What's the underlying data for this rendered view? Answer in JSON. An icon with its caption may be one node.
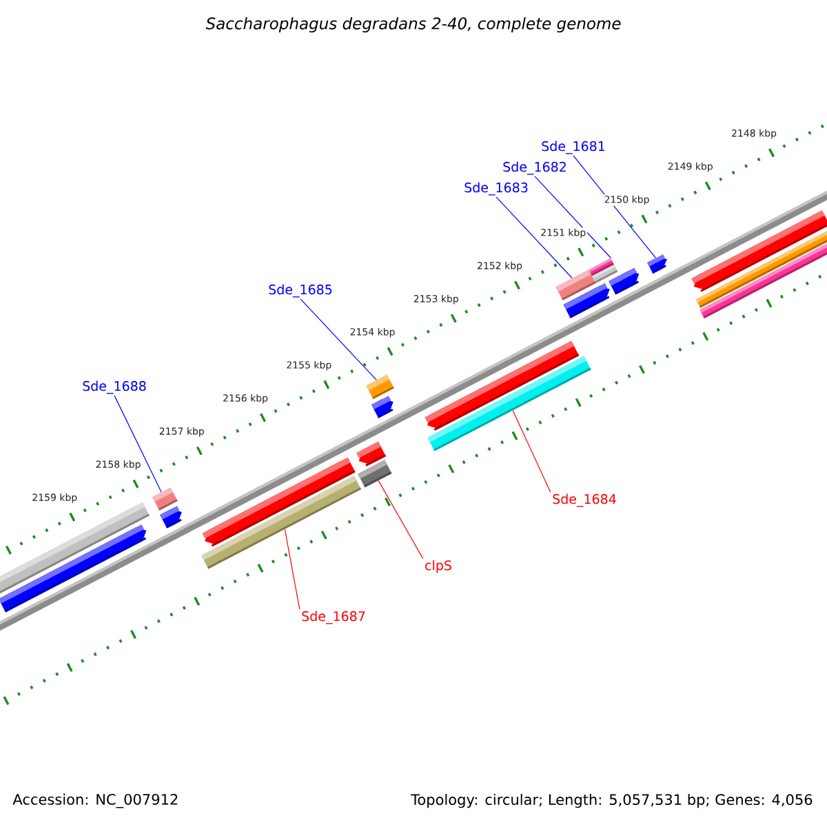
{
  "diagram": {
    "title": "Saccharophagus degradans 2-40, complete genome",
    "nodes": [
      {
        "text": [
          "Sde_1681"
        ]
      },
      {
        "text": [
          "Sde_1682"
        ]
      },
      {
        "text": [
          "Sde_1683"
        ]
      },
      {
        "text": [
          "Sde_1685"
        ]
      },
      {
        "text": [
          "Sde_1688"
        ]
      },
      {
        "text": [
          "Sde_1684"
        ]
      },
      {
        "text": [
          "clpS"
        ]
      },
      {
        "text": [
          "Sde_1687"
        ]
      },
      {
        "text": [],
        "shape": "bar"
      },
      {
        "text": [],
        "shape": "bar"
      },
      {
        "text": [],
        "shape": "bar"
      },
      {
        "text": [],
        "shape": "bar"
      },
      {
        "text": [],
        "shape": "bar"
      },
      {
        "text": [],
        "shape": "bar"
      },
      {
        "text": [],
        "shape": "bar"
      },
      {
        "text": [],
        "shape": "pentagon"
      }
    ],
    "edges": [
      {
        "from": 0,
        "to": 15,
        "arrow": "none"
      },
      {
        "from": 1,
        "to": 14,
        "arrow": "none"
      },
      {
        "from": 2,
        "to": 13,
        "arrow": "none"
      },
      {
        "from": 3,
        "to": 11,
        "arrow": "none"
      },
      {
        "from": 4,
        "to": 8,
        "arrow": "none"
      },
      {
        "from": 5,
        "to": 12,
        "arrow": "none",
        "color": "#ff0000"
      },
      {
        "from": 6,
        "to": 10,
        "arrow": "none",
        "color": "#ff0000"
      },
      {
        "from": 7,
        "to": 9,
        "arrow": "none",
        "color": "#ff0000"
      }
    ],
    "labels": [
      "2148 kbp",
      "2149 kbp",
      "2150 kbp",
      "2151 kbp",
      "2152 kbp",
      "2153 kbp",
      "2154 kbp",
      "2155 kbp",
      "2156 kbp",
      "2157 kbp",
      "2158 kbp",
      "2159 kbp",
      "Accession: NC_007912",
      "Topology: circular; Length: 5,057,531 bp; Genes: 4,056"
    ]
  }
}
